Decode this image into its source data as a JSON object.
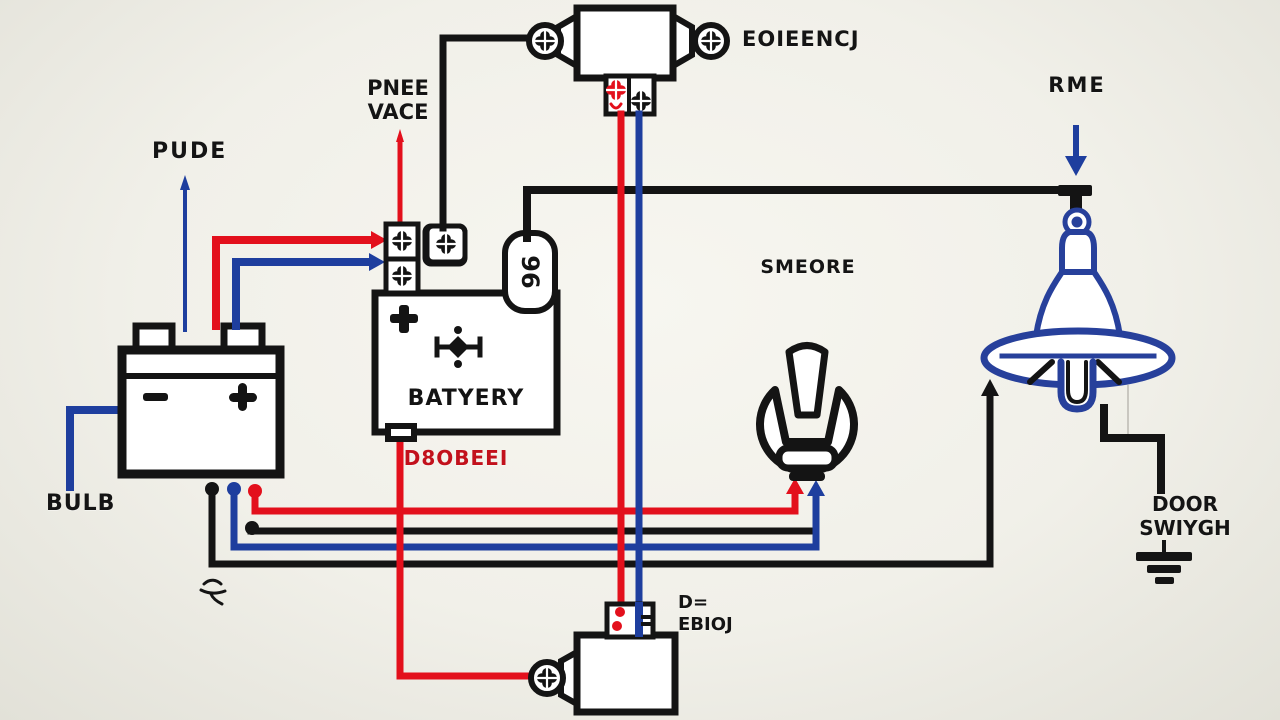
{
  "diagram": {
    "type": "automotive-wiring-diagram",
    "background": "#f2f1ea",
    "colors": {
      "wire_black": "#141414",
      "wire_red": "#e3101c",
      "wire_blue": "#1e3e9e",
      "bell_blue": "#27409b",
      "label_red": "#c2111c"
    },
    "labels": {
      "relay_top": "EOIEENCJ",
      "valve_line1": "PNEE",
      "valve_line2": "VACE",
      "pude": "PUDE",
      "bulb": "BULB",
      "battery_title": "BATYERY",
      "battery_sub": "D8OBEEI",
      "fuse": "96",
      "battery_box_plus": "+",
      "lamp": "SMEORE",
      "bell": "RME",
      "door_line1": "DOOR",
      "door_line2": "SWIYGH",
      "relay_bottom_line1": "D=",
      "relay_bottom_line2": "EBIOJ"
    },
    "icons": {
      "screw_terminal": "✤",
      "battery_positive": "+",
      "battery_negative": "−",
      "arrow_right": "▶",
      "arrow_up": "▲",
      "arrow_down": "▼",
      "ground": "⏚",
      "fuse_body": "▢"
    }
  }
}
